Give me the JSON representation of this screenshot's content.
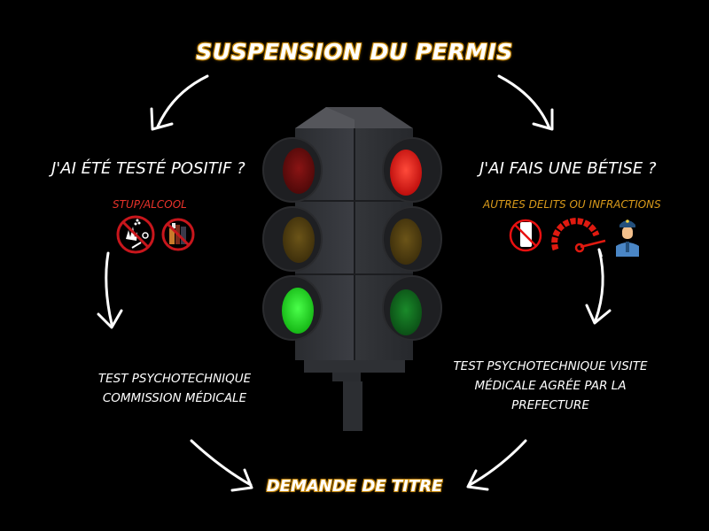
{
  "header": {
    "title": "SUSPENSION DU PERMIS"
  },
  "left_branch": {
    "question": "J'AI ÉTÉ TESTÉ POSITIF ?",
    "subtitle": "STUP/ALCOOL",
    "icons": [
      "no-drugs-icon",
      "no-alcohol-icon"
    ],
    "outcome": [
      "TEST PSYCHOTECHNIQUE",
      "COMMISSION MÉDICALE"
    ]
  },
  "right_branch": {
    "question": "J'AI FAIS UNE BÉTISE ?",
    "subtitle": "AUTRES DELITS OU INFRACTIONS",
    "icons": [
      "no-phone-icon",
      "speedometer-icon",
      "police-officer-icon"
    ],
    "outcome": [
      "TEST PSYCHOTECHNIQUE VISITE",
      "MÉDICALE AGRÉE PAR LA",
      "PREFECTURE"
    ]
  },
  "footer": {
    "title": "DEMANDE DE TITRE"
  },
  "colors": {
    "background": "#000000",
    "title_glow": "#c98a0a",
    "left_subtitle": "#e8322a",
    "right_subtitle": "#d99a1a",
    "prohibition_red": "#c8161c",
    "light_red": "#ff1a1a",
    "light_amber": "#6b5418",
    "light_green": "#19e019"
  },
  "traffic_light": {
    "lit_left": [
      "red-dim",
      "amber-dim",
      "green-on"
    ],
    "lit_right": [
      "red-on",
      "amber-dim",
      "green-dim"
    ]
  }
}
